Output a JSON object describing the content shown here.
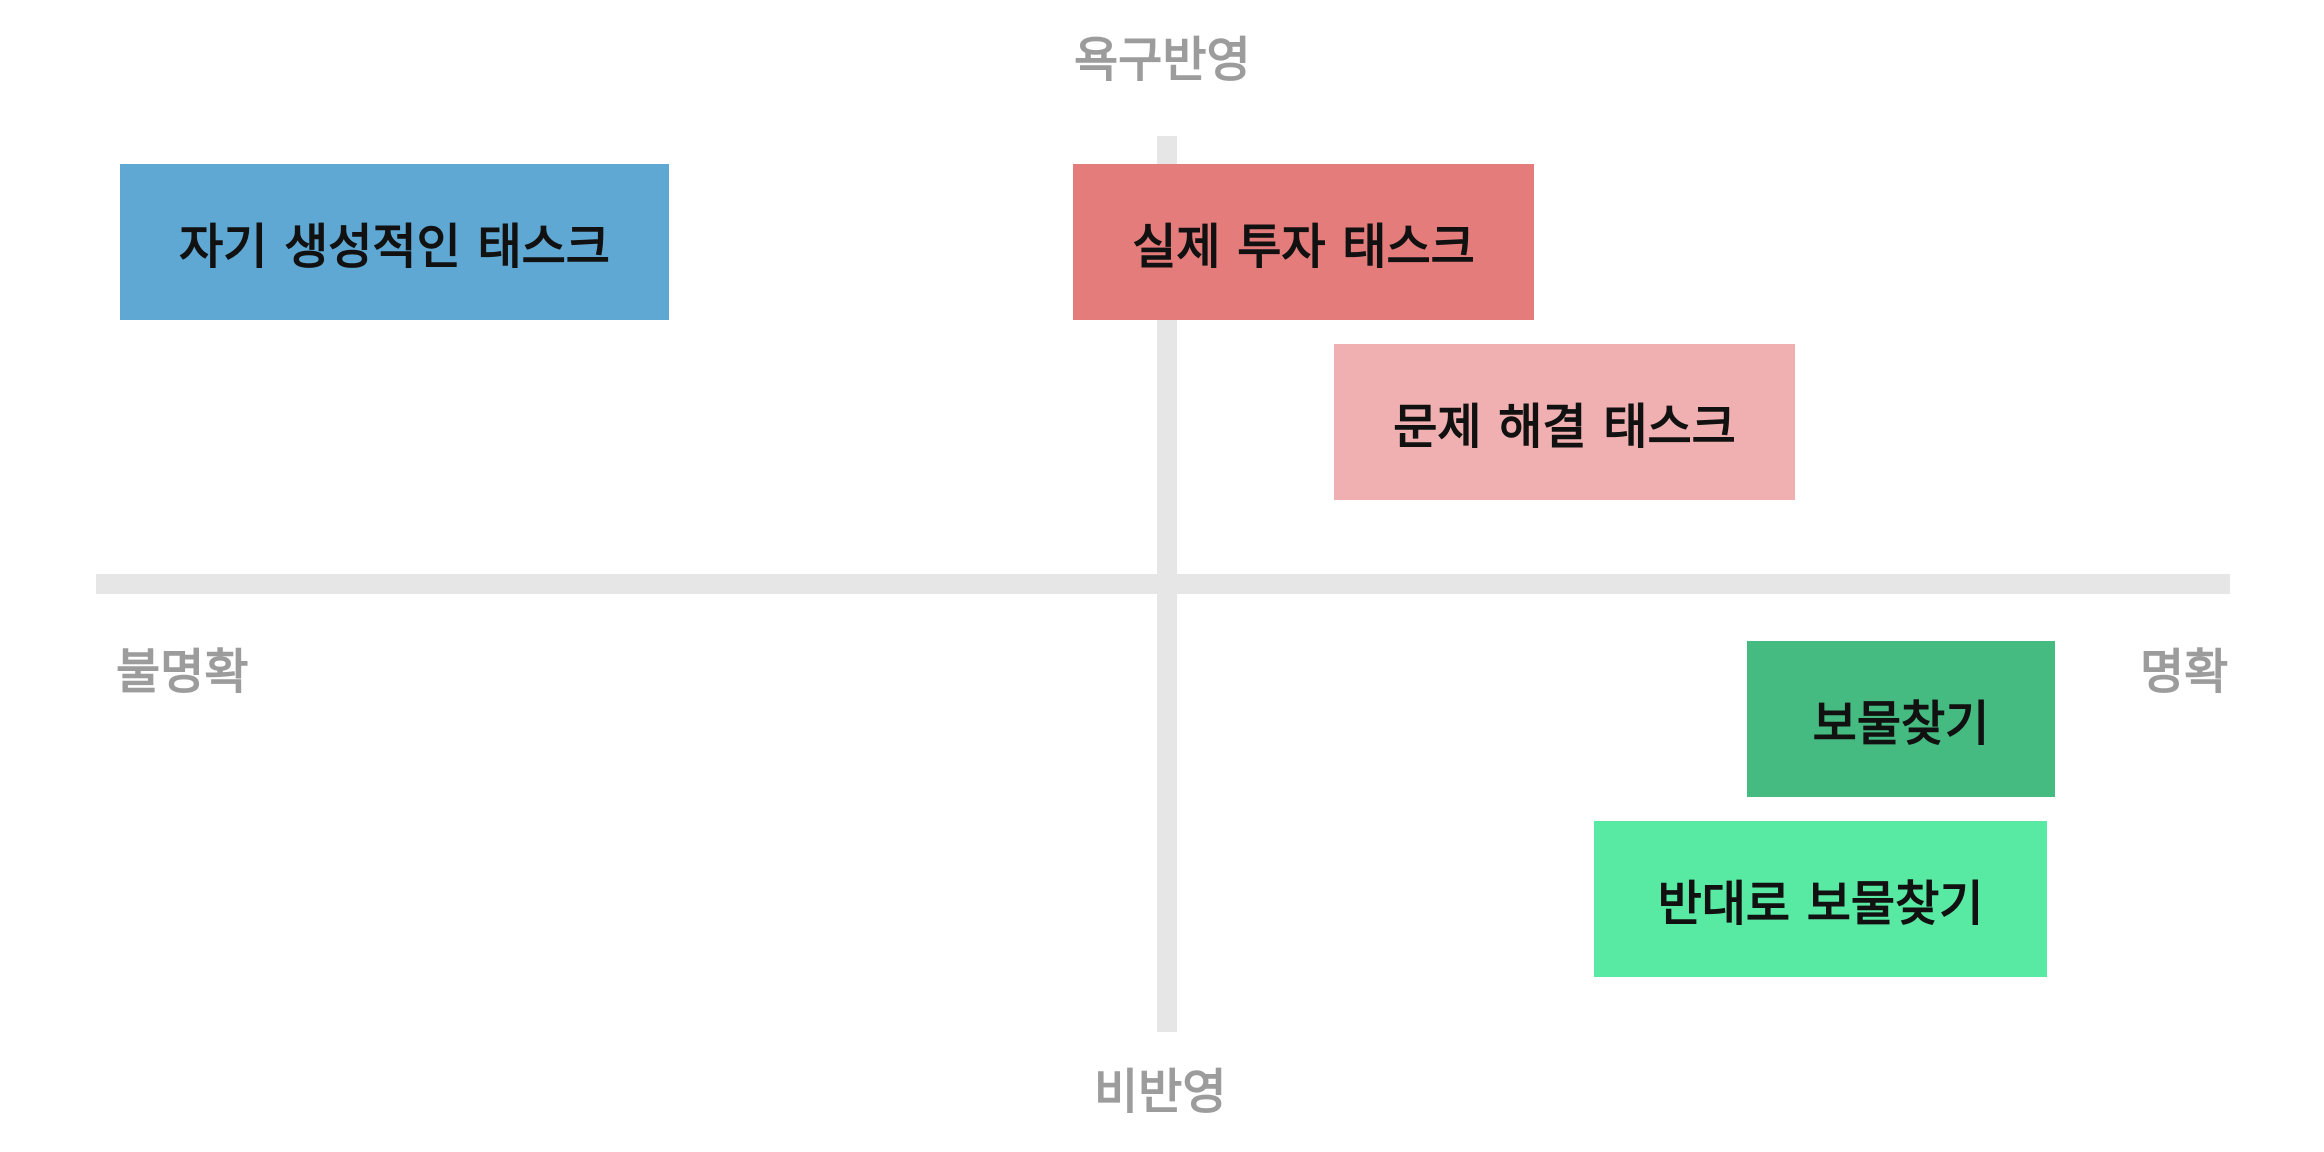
{
  "axes": {
    "top_label": "욕구반영",
    "bottom_label": "비반영",
    "left_label": "불명확",
    "right_label": "명확",
    "line_color": "#e6e6e6",
    "label_color": "#9c9c9c"
  },
  "tasks": [
    {
      "label": "자기 생성적인 태스크",
      "color": "#5fa8d3"
    },
    {
      "label": "실제 투자 태스크",
      "color": "#e57c7c"
    },
    {
      "label": "문제 해결 태스크",
      "color": "#f0b0b1"
    },
    {
      "label": "보물찾기",
      "color": "#45bb81"
    },
    {
      "label": "반대로 보물찾기",
      "color": "#58e9a3"
    }
  ]
}
